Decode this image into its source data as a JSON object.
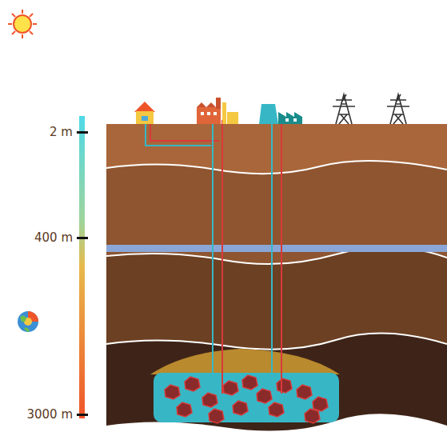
{
  "diagram": {
    "labels": [
      "2 m",
      "400 m",
      "3000 m"
    ]
  }
}
